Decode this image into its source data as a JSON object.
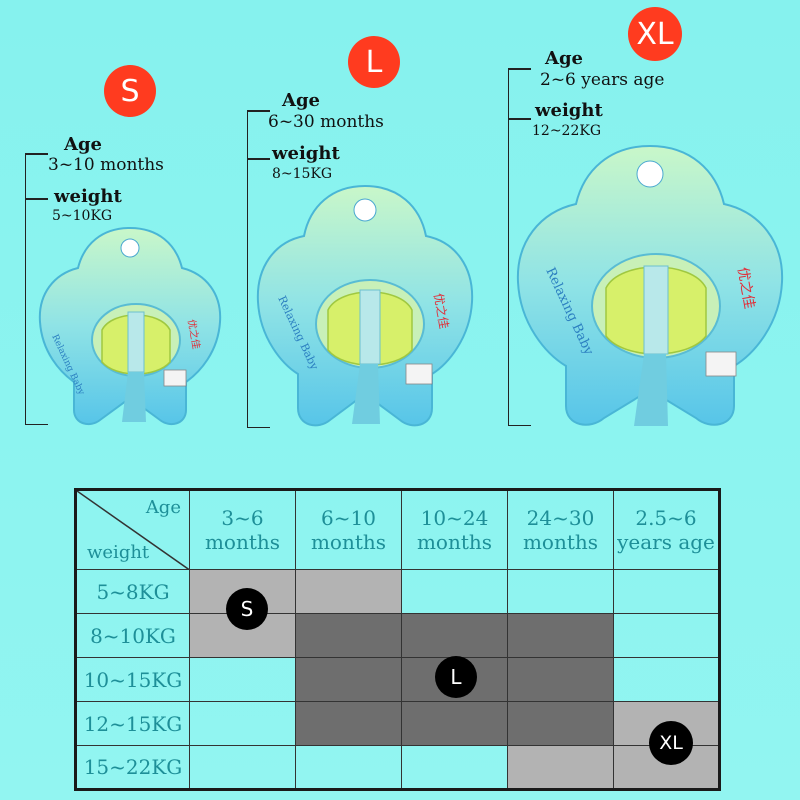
{
  "sizes": [
    {
      "id": "s",
      "badge": "S",
      "age_label": "Age",
      "age_value": "3~10 months",
      "weight_label": "weight",
      "weight_value": "5~10KG"
    },
    {
      "id": "l",
      "badge": "L",
      "age_label": "Age",
      "age_value": "6~30 months",
      "weight_label": "weight",
      "weight_value": "8~15KG"
    },
    {
      "id": "xl",
      "badge": "XL",
      "age_label": "Age",
      "age_value": "2~6 years age",
      "weight_label": "weight",
      "weight_value": "12~22KG"
    }
  ],
  "product": {
    "brand_text": "Relaxing Baby",
    "logo_text": "优之佳"
  },
  "table": {
    "corner_age": "Age",
    "corner_weight": "weight",
    "columns": [
      {
        "line1": "3~6",
        "line2": "months"
      },
      {
        "line1": "6~10",
        "line2": "months"
      },
      {
        "line1": "10~24",
        "line2": "months"
      },
      {
        "line1": "24~30",
        "line2": "months"
      },
      {
        "line1": "2.5~6",
        "line2": "years age"
      }
    ],
    "rows": [
      "5~8KG",
      "8~10KG",
      "10~15KG",
      "12~15KG",
      "15~22KG"
    ],
    "cells": [
      [
        "light",
        "light",
        "none",
        "none",
        "none"
      ],
      [
        "light",
        "dark",
        "dark",
        "dark",
        "none"
      ],
      [
        "none",
        "dark",
        "dark",
        "dark",
        "none"
      ],
      [
        "none",
        "dark",
        "dark",
        "dark",
        "light"
      ],
      [
        "none",
        "none",
        "none",
        "light",
        "light"
      ]
    ],
    "markers": {
      "s": "S",
      "l": "L",
      "xl": "XL"
    },
    "colors": {
      "light": "#b3b3b3",
      "dark": "#6e6e6e",
      "text": "#1e8f98",
      "badge": "#ff3b1f"
    }
  }
}
